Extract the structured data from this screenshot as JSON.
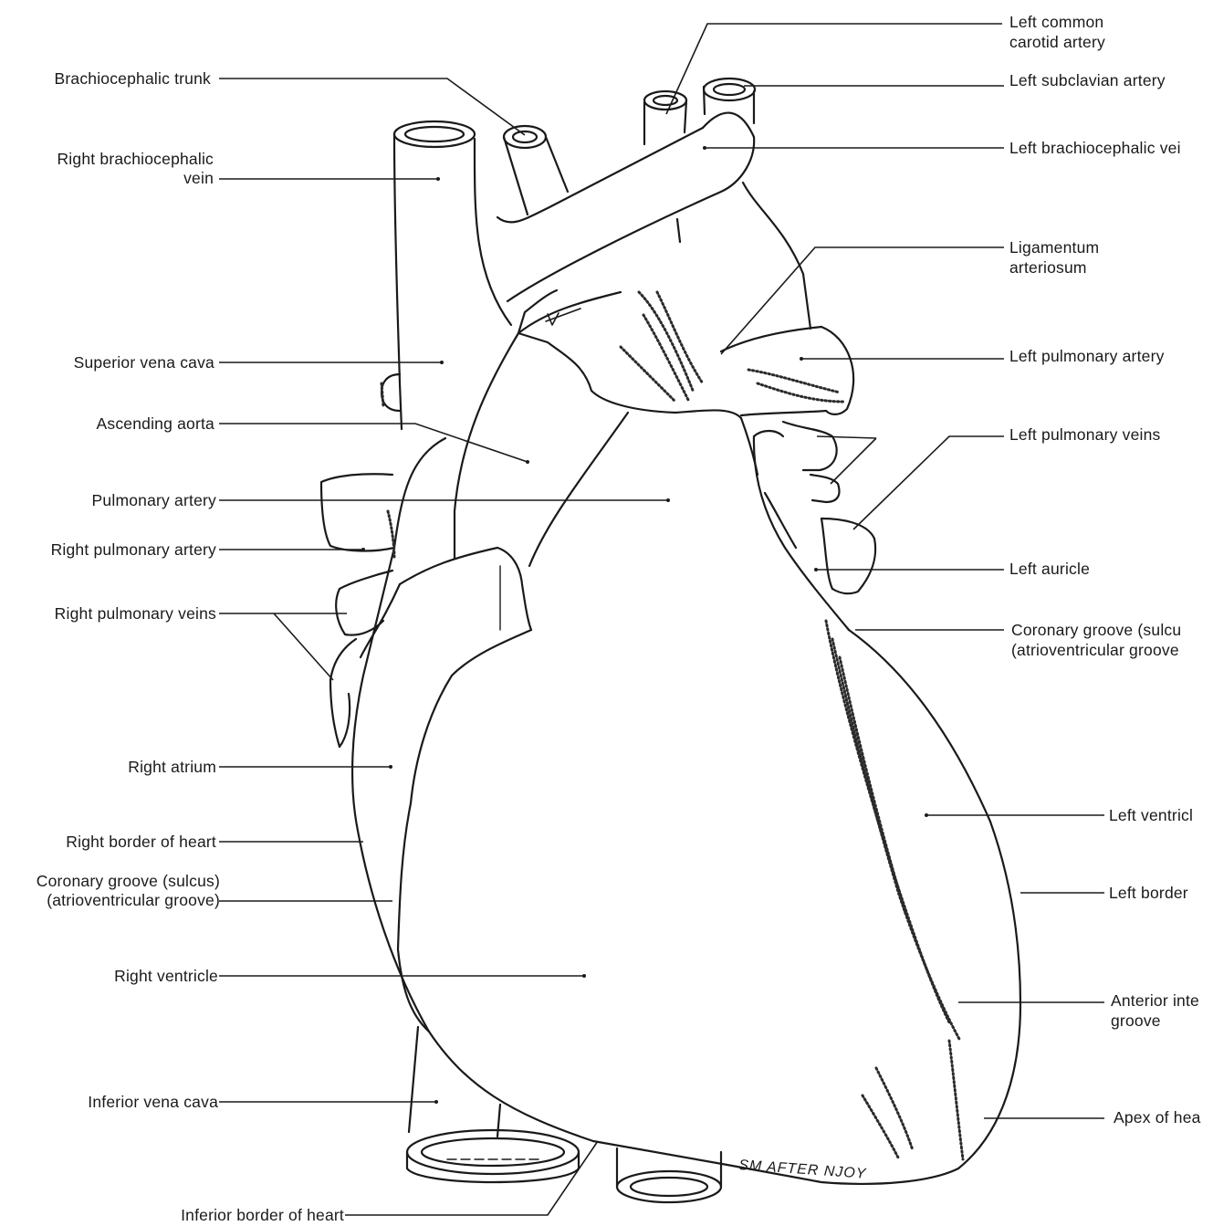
{
  "signature": "SM AFTER NJOY",
  "labels_left": {
    "brachiocephalic_trunk": "Brachiocephalic trunk",
    "right_brachiocephalic_vein_1": "Right brachiocephalic",
    "right_brachiocephalic_vein_2": "vein",
    "superior_vena_cava": "Superior vena cava",
    "ascending_aorta": "Ascending aorta",
    "pulmonary_artery": "Pulmonary artery",
    "right_pulmonary_artery": "Right pulmonary artery",
    "right_pulmonary_veins": "Right pulmonary veins",
    "right_atrium": "Right atrium",
    "right_border": "Right border of heart",
    "coronary_groove_1": "Coronary groove (sulcus)",
    "coronary_groove_2": "(atrioventricular groove)",
    "right_ventricle": "Right ventricle",
    "inferior_vena_cava": "Inferior vena cava",
    "inferior_border": "Inferior border of heart"
  },
  "labels_right": {
    "left_common_carotid_1": "Left common",
    "left_common_carotid_2": "carotid artery",
    "left_subclavian": "Left subclavian artery",
    "left_brachiocephalic_vein": "Left brachiocephalic vei",
    "ligamentum_1": "Ligamentum",
    "ligamentum_2": "arteriosum",
    "left_pulmonary_artery": "Left pulmonary artery",
    "left_pulmonary_veins": "Left pulmonary veins",
    "left_auricle": "Left auricle",
    "coronary_groove_1": "Coronary groove (sulcu",
    "coronary_groove_2": "(atrioventricular groove",
    "left_ventricle": "Left ventricl",
    "left_border": "Left border",
    "anterior_interventricular_1": "Anterior inte",
    "anterior_interventricular_2": "groove",
    "apex": "Apex of hea"
  }
}
